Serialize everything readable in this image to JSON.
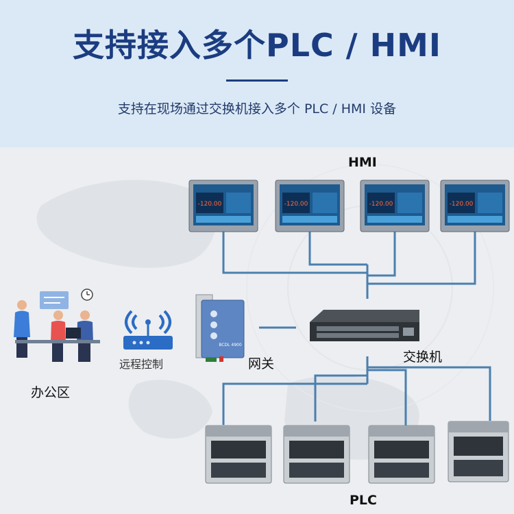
{
  "header": {
    "title": "支持接入多个PLC / HMI",
    "subtitle": "支持在现场通过交换机接入多个 PLC / HMI 设备"
  },
  "diagram": {
    "hmi_label": "HMI",
    "plc_label": "PLC",
    "switch_label": "交换机",
    "gateway_label": "网关",
    "remote_label": "远程控制",
    "office_label": "办公区",
    "hmi_screen_value": "-120.00",
    "gateway_model": "BCDL 4900"
  },
  "colors": {
    "title": "#1b3c80",
    "line": "#4a7fae",
    "header_bg": "#dbe9f6"
  }
}
